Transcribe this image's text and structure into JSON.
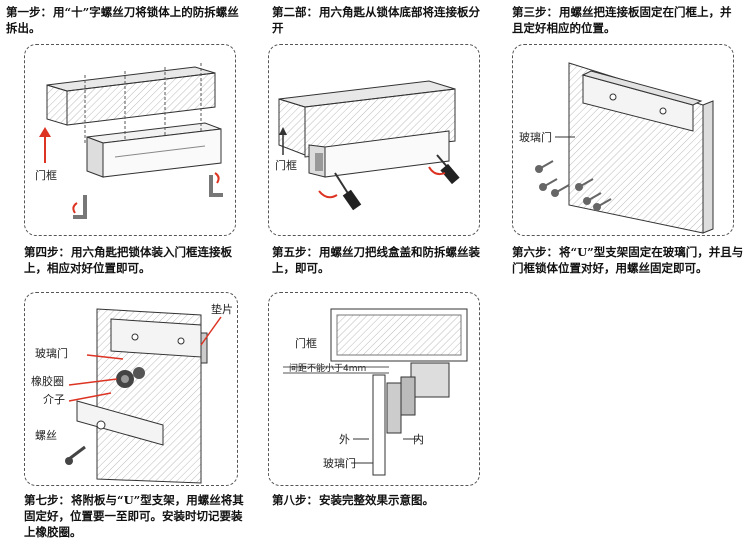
{
  "steps": [
    {
      "label": "第一步：",
      "text": "用“十”字螺丝刀将锁体上的防拆螺丝拆出。"
    },
    {
      "label": "第二部：",
      "text": "用六角匙从锁体底部将连接板分开"
    },
    {
      "label": "第三步：",
      "text": "用螺丝把连接板固定在门框上，并且定好相应的位置。"
    },
    {
      "label": "第四步：",
      "text": "用六角匙把锁体装入门框连接板上，相应对好位置即可。"
    },
    {
      "label": "第五步：",
      "text": "用螺丝刀把线盒盖和防拆螺丝装上，即可。"
    },
    {
      "label": "第六步：",
      "text": "将“U”型支架固定在玻璃门，并且与门框锁体位置对好，用螺丝固定即可。"
    },
    {
      "label": "第七步：",
      "text": "将附板与“U”型支架，用螺丝将其固定好，位置要一至即可。安装时切记要装上橡胶圈。"
    },
    {
      "label": "第八步：",
      "text": "安装完整效果示意图。"
    }
  ],
  "diagram_labels": {
    "door_frame": "门框",
    "glass_door": "玻璃门",
    "shim": "垫片",
    "rubber_ring": "橡胶圈",
    "u_bracket": "介子",
    "screw": "螺丝",
    "gap_note": "间距不能小于4mm",
    "outside": "外",
    "inside": "内"
  }
}
